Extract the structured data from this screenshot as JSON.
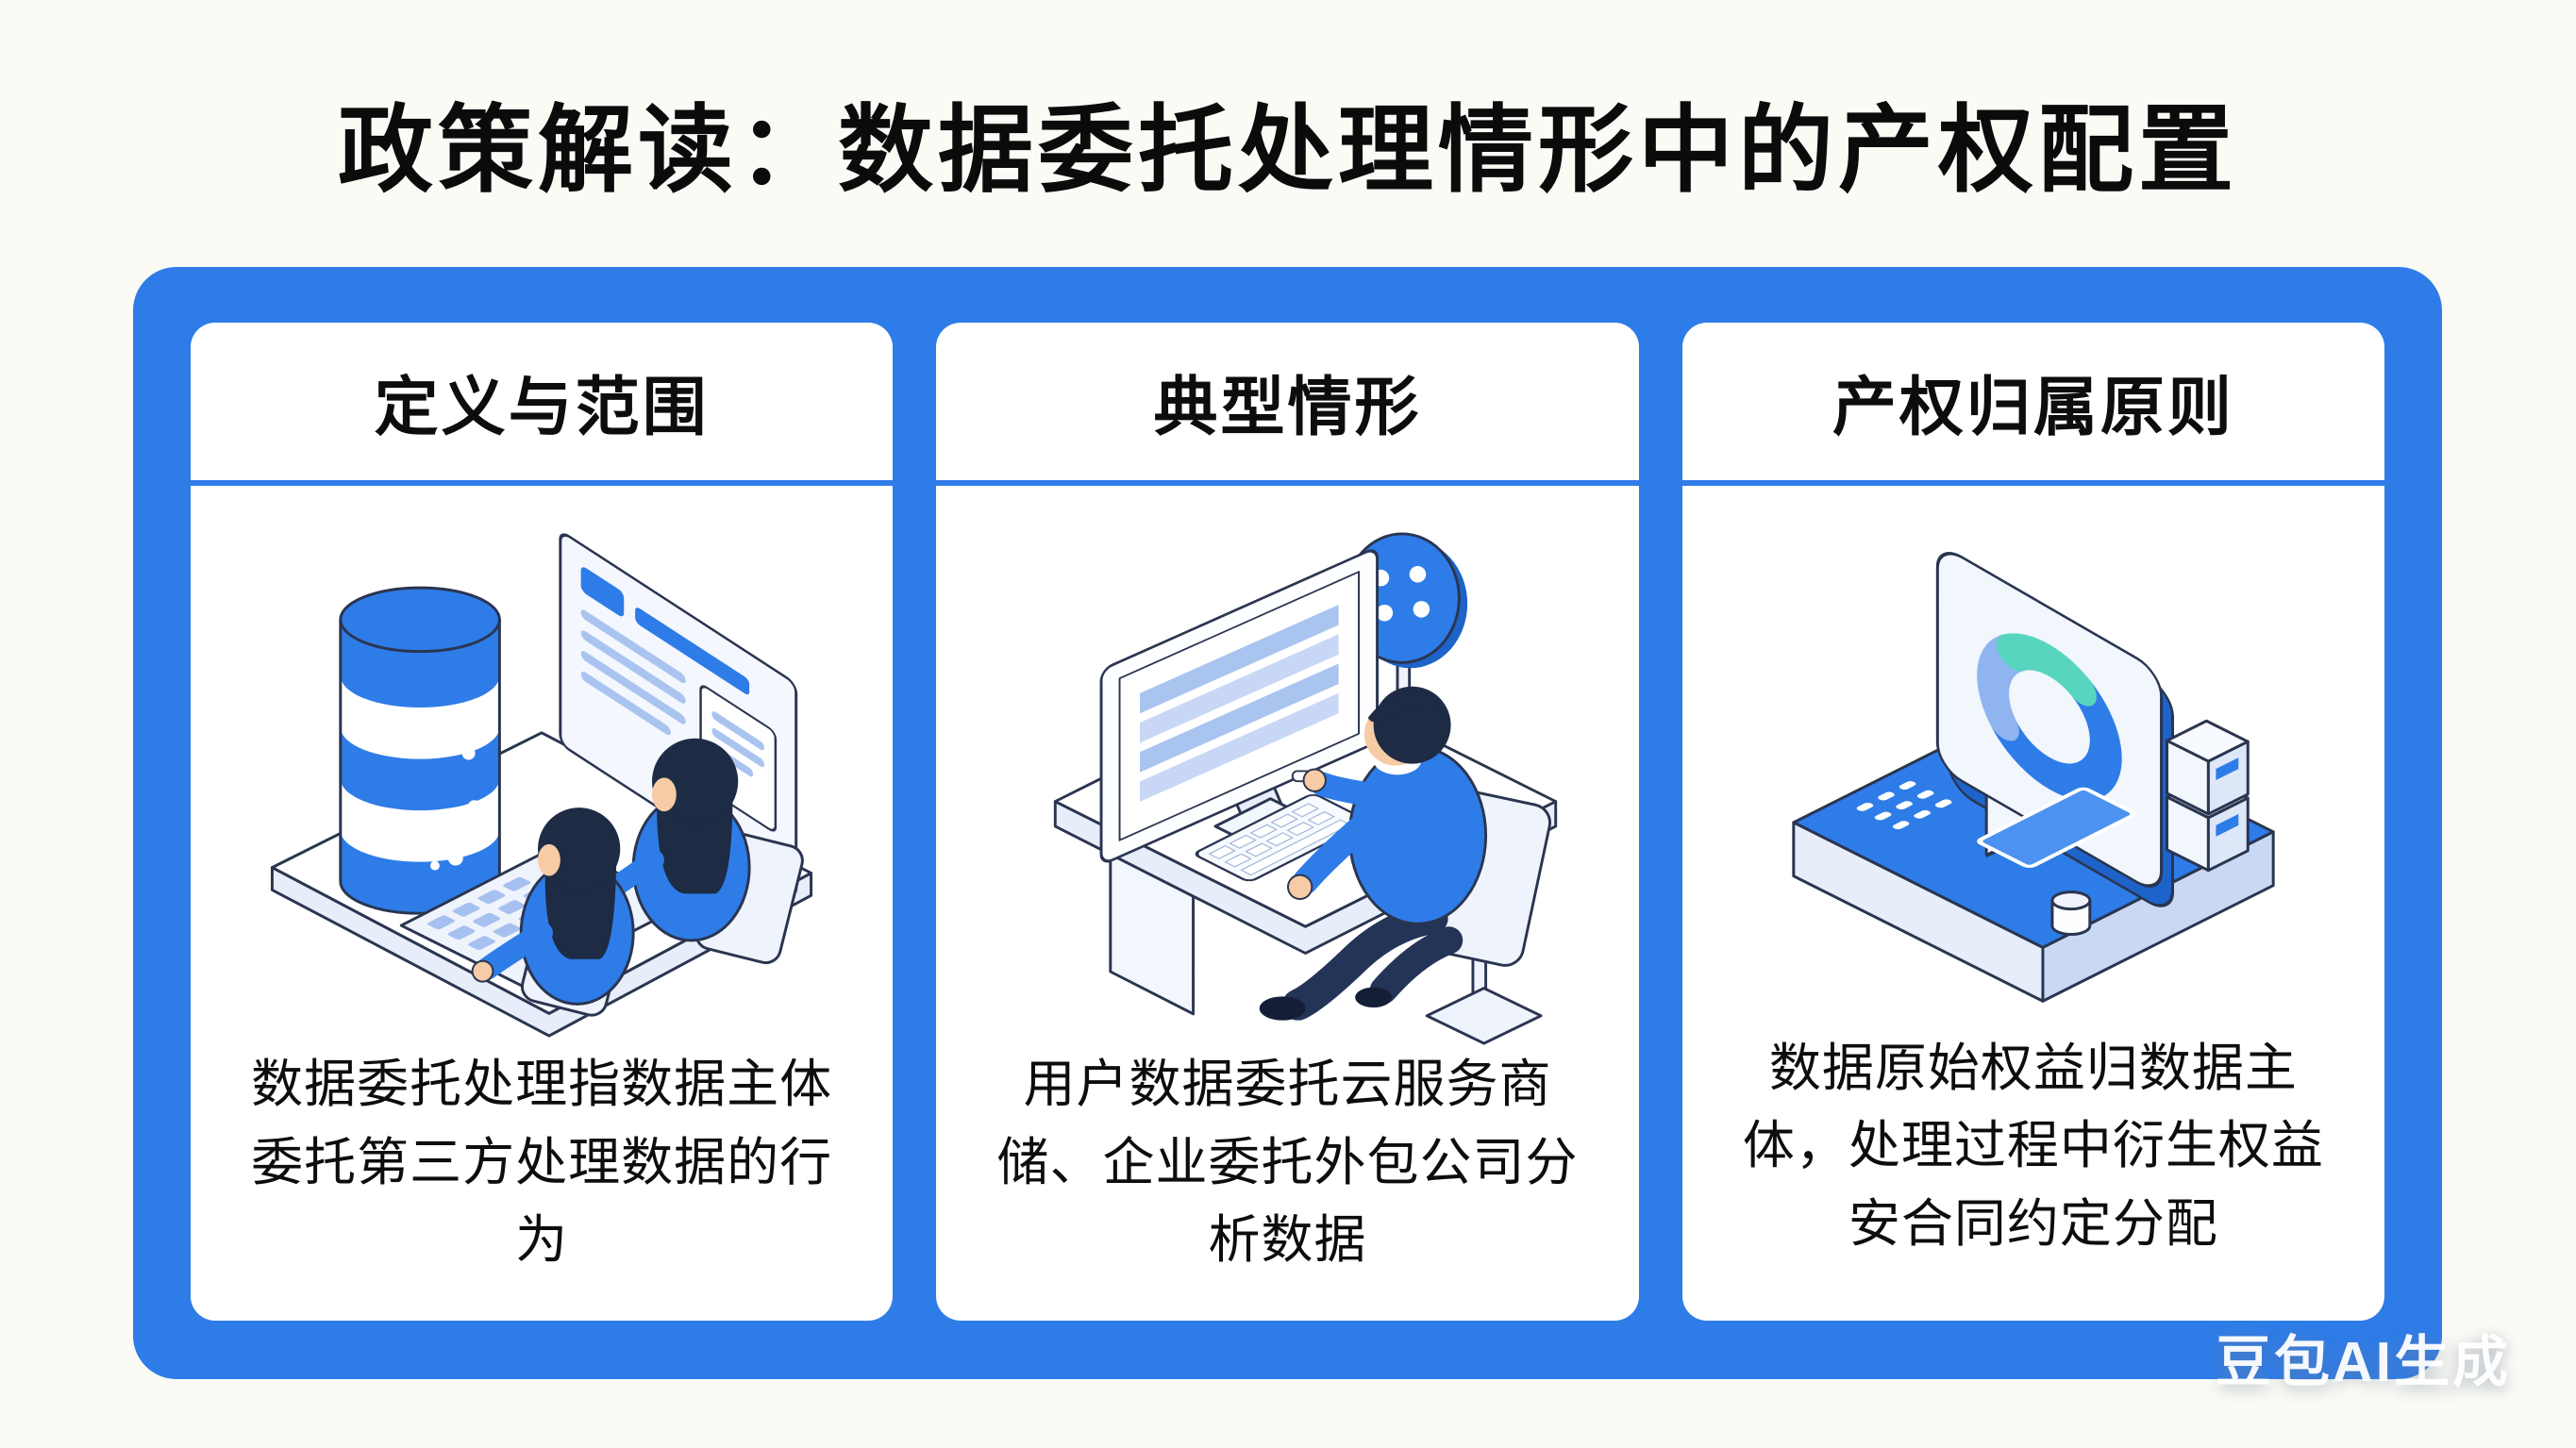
{
  "page": {
    "title": "政策解读：数据委托处理情形中的产权配置",
    "watermark": "豆包AI生成"
  },
  "colors": {
    "accent_blue": "#2e7ce8",
    "accent_blue_dark": "#1d63c9",
    "card_bg": "#ffffff",
    "page_bg": "#fbfbf6",
    "text": "#0d0d0d",
    "light_blue_fill": "#e7edf9",
    "stripe_blue": "#a9c4ef",
    "donut_light_blue": "#8fb4ef",
    "donut_teal": "#58d5bf",
    "hair_navy": "#1e2b45",
    "skin": "#f6cba5"
  },
  "cards": [
    {
      "title": "定义与范围",
      "body": "数据委托处理指数据主体委托第三方处理数据的行为",
      "icon": "database-team-icon"
    },
    {
      "title": "典型情形",
      "body": "用户数据委托云服务商储、企业委托外包公司分析数据",
      "icon": "workstation-user-icon"
    },
    {
      "title": "产权归属原则",
      "body": "数据原始权益归数据主体，处理过程中衍生权益安合同约定分配",
      "icon": "console-chart-icon"
    }
  ]
}
